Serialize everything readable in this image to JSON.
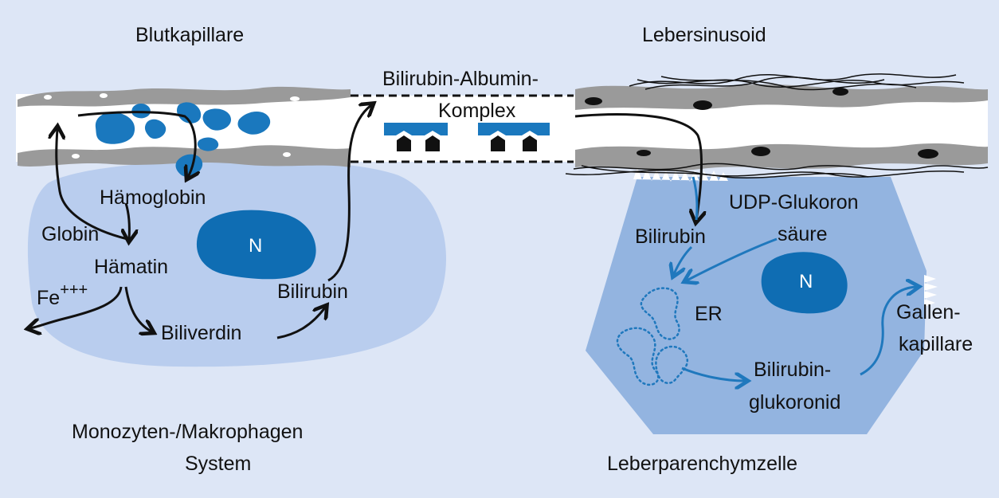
{
  "titles": {
    "blood_capillary": "Blutkapillare",
    "liver_sinusoid": "Lebersinusoid",
    "macrophage_system_line1": "Monozyten-/Makrophagen",
    "macrophage_system_line2": "System",
    "liver_cell": "Leberparenchymzelle"
  },
  "labels": {
    "complex_line1": "Bilirubin-Albumin-",
    "complex_line2": "Komplex",
    "haemoglobin": "Hämoglobin",
    "globin": "Globin",
    "haematin": "Hämatin",
    "iron_base": "Fe",
    "iron_charge": "+++",
    "nucleus_left": "N",
    "biliverdin": "Biliverdin",
    "bilirubin_left": "Bilirubin",
    "udp_line1": "UDP-Glukoron",
    "udp_line2": "säure",
    "bilirubin_right": "Bilirubin",
    "nucleus_right": "N",
    "er": "ER",
    "gallen_line1": "Gallen-",
    "gallen_line2": "kapillare",
    "glucuronide_line1": "Bilirubin-",
    "glucuronide_line2": "glukoronid"
  },
  "colors": {
    "background": "#dde6f6",
    "macrophage_cell": "#b9cdee",
    "liver_cell": "#93b4e0",
    "nucleus": "#0f6db3",
    "erythrocyte": "#1a78be",
    "endothelium": "#9a9a9a",
    "blue_arrow": "#1f78bd"
  }
}
